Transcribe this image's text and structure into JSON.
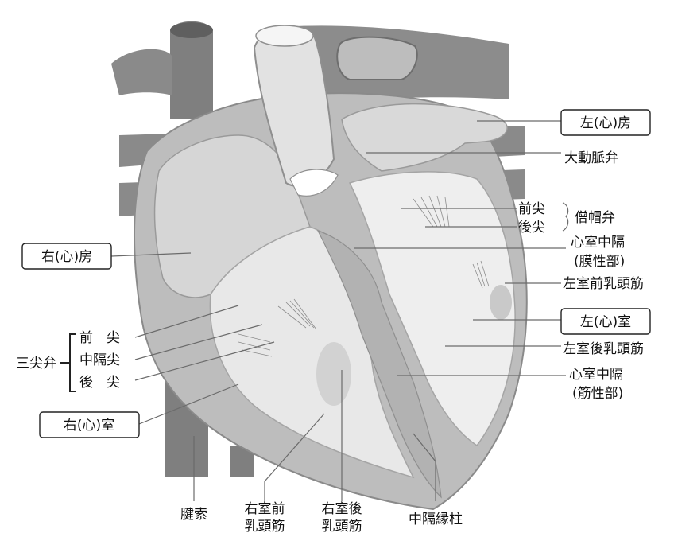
{
  "labels": {
    "left_atrium": "左(心)房",
    "aortic_valve": "大動脈弁",
    "anterior_cusp": "前尖",
    "posterior_cusp": "後尖",
    "mitral_valve": "僧帽弁",
    "septum_membranous_1": "心室中隔",
    "septum_membranous_2": "(膜性部)",
    "lv_anterior_papillary": "左室前乳頭筋",
    "left_ventricle": "左(心)室",
    "lv_posterior_papillary": "左室後乳頭筋",
    "septum_muscular_1": "心室中隔",
    "septum_muscular_2": "(筋性部)",
    "right_atrium": "右(心)房",
    "tricuspid_anterior": "前　尖",
    "tricuspid_septal": "中隔尖",
    "tricuspid_posterior": "後　尖",
    "tricuspid_valve": "三尖弁",
    "right_ventricle": "右(心)室",
    "chordae": "腱索",
    "rv_anterior_papillary_1": "右室前",
    "rv_anterior_papillary_2": "乳頭筋",
    "rv_posterior_papillary_1": "右室後",
    "rv_posterior_papillary_2": "乳頭筋",
    "septomarginal_trabecula": "中隔縁柱"
  },
  "colors": {
    "vessel_dark": "#7f7f7f",
    "vessel_mid": "#9a9a9a",
    "muscle": "#bdbdbd",
    "chamber": "#e6e6e6",
    "chamber_light": "#f3f3f3"
  }
}
